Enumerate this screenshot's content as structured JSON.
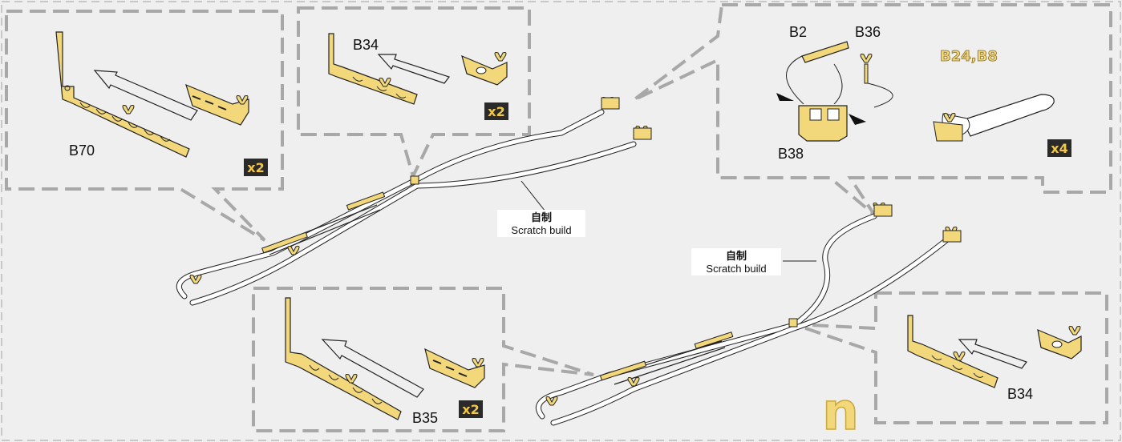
{
  "callouts": {
    "top_left": {
      "part": "B70",
      "qty": "x2"
    },
    "top_mid": {
      "part": "B34",
      "qty": "x2"
    },
    "top_right": {
      "parts_a": "B2",
      "parts_b": "B36",
      "parts_c": "B38",
      "parts_d": "B24,B8",
      "qty": "x4"
    },
    "bot_mid": {
      "part": "B35",
      "qty": "x2"
    },
    "bot_right": {
      "part": "B34"
    }
  },
  "notes": {
    "scratch_cn": "自制",
    "scratch_en": "Scratch build"
  },
  "step_letter": "n",
  "colors": {
    "brass": "#f2d87a",
    "brass_dark": "#c9a93c",
    "badge_bg": "#2a2a2a",
    "badge_fg": "#f2c648",
    "dash": "#a8a8a8",
    "line": "#222222"
  }
}
